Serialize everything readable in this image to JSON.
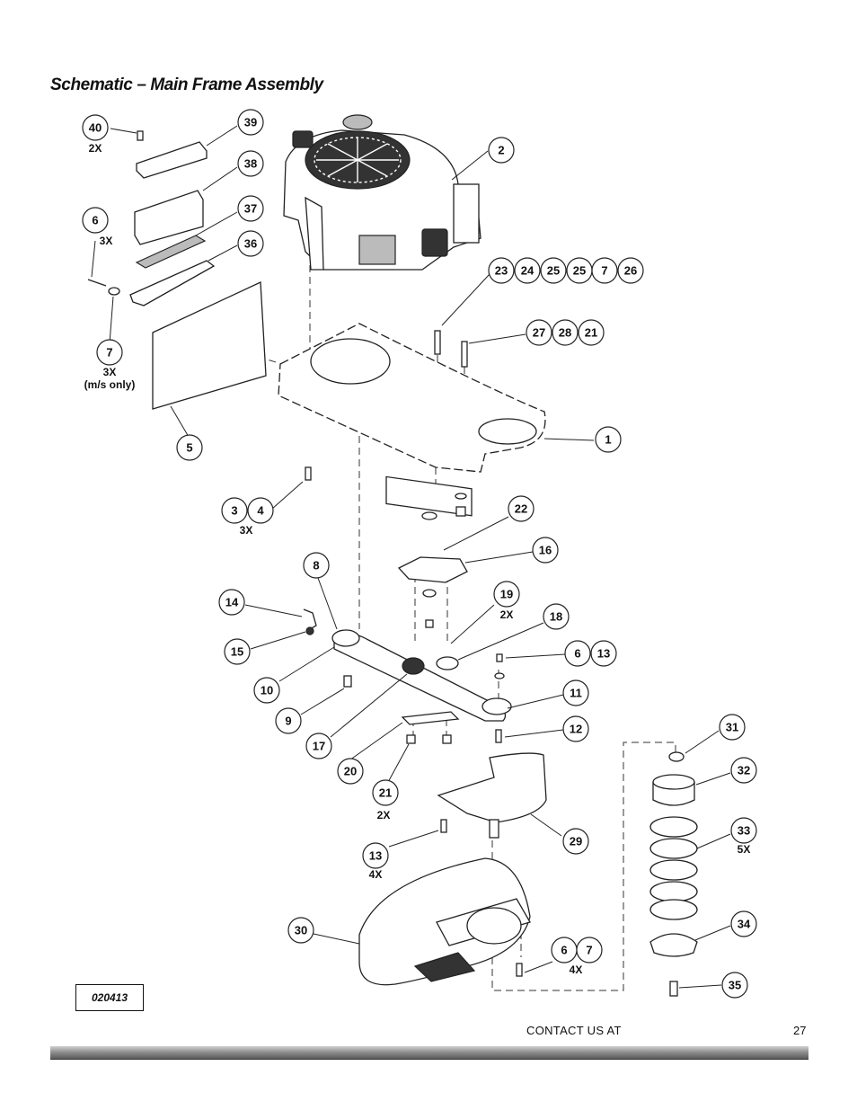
{
  "header": {
    "title": "Schematic – Main Frame Assembly"
  },
  "doc_number": "020413",
  "footer": {
    "contact": "CONTACT US AT",
    "page_number": "27"
  },
  "callouts": [
    {
      "label": "40",
      "qty": "2X"
    },
    {
      "label": "39",
      "qty": ""
    },
    {
      "label": "38",
      "qty": ""
    },
    {
      "label": "37",
      "qty": ""
    },
    {
      "label": "6",
      "qty": "3X"
    },
    {
      "label": "36",
      "qty": ""
    },
    {
      "label": "7",
      "qty": "3X"
    },
    {
      "label": "5",
      "qty": ""
    },
    {
      "label": "2",
      "qty": ""
    },
    {
      "label": "23",
      "qty": ""
    },
    {
      "label": "24",
      "qty": ""
    },
    {
      "label": "25",
      "qty": ""
    },
    {
      "label": "25",
      "qty": ""
    },
    {
      "label": "7",
      "qty": ""
    },
    {
      "label": "26",
      "qty": ""
    },
    {
      "label": "27",
      "qty": ""
    },
    {
      "label": "28",
      "qty": ""
    },
    {
      "label": "21",
      "qty": ""
    },
    {
      "label": "1",
      "qty": ""
    },
    {
      "label": "3",
      "qty": ""
    },
    {
      "label": "4",
      "qty": "3X"
    },
    {
      "label": "22",
      "qty": ""
    },
    {
      "label": "16",
      "qty": ""
    },
    {
      "label": "8",
      "qty": ""
    },
    {
      "label": "14",
      "qty": ""
    },
    {
      "label": "19",
      "qty": "2X"
    },
    {
      "label": "18",
      "qty": ""
    },
    {
      "label": "15",
      "qty": ""
    },
    {
      "label": "6",
      "qty": ""
    },
    {
      "label": "13",
      "qty": ""
    },
    {
      "label": "10",
      "qty": ""
    },
    {
      "label": "11",
      "qty": ""
    },
    {
      "label": "9",
      "qty": ""
    },
    {
      "label": "12",
      "qty": ""
    },
    {
      "label": "17",
      "qty": ""
    },
    {
      "label": "31",
      "qty": ""
    },
    {
      "label": "20",
      "qty": ""
    },
    {
      "label": "32",
      "qty": ""
    },
    {
      "label": "21",
      "qty": "2X"
    },
    {
      "label": "33",
      "qty": "5X"
    },
    {
      "label": "29",
      "qty": ""
    },
    {
      "label": "13",
      "qty": "4X"
    },
    {
      "label": "30",
      "qty": ""
    },
    {
      "label": "34",
      "qty": ""
    },
    {
      "label": "6",
      "qty": ""
    },
    {
      "label": "7",
      "qty": "4X"
    },
    {
      "label": "35",
      "qty": ""
    }
  ],
  "notes": {
    "ms_only": "(m/s only)"
  },
  "icons": {
    "engine": "engine-icon"
  }
}
